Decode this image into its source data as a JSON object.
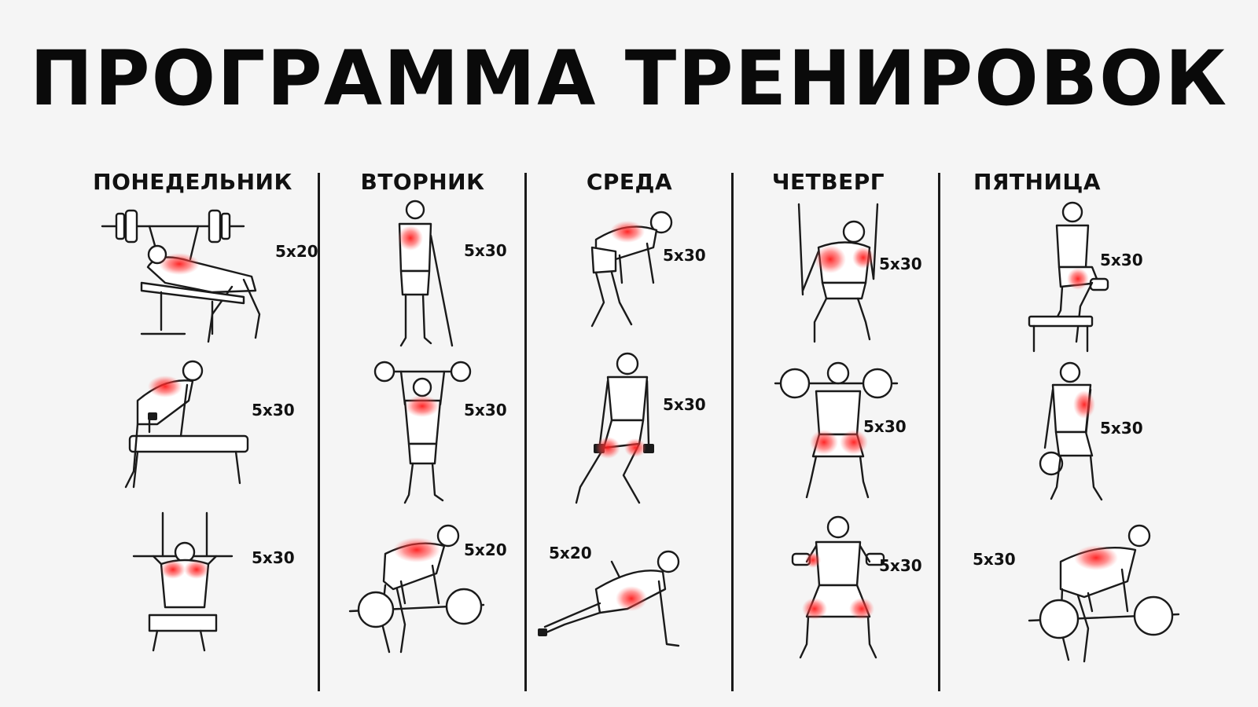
{
  "title": "ПРОГРАММА ТРЕНИРОВОК",
  "colors": {
    "ink": "#1a1a1a",
    "muscle_highlight": "#ff2a2a",
    "background": "#f5f5f5"
  },
  "days": [
    {
      "name": "ПОНЕДЕЛЬНИК",
      "exercises": [
        {
          "icon": "bench-press-icon",
          "reps": "5x20"
        },
        {
          "icon": "dumbbell-row-icon",
          "reps": "5x30"
        },
        {
          "icon": "lat-pulldown-icon",
          "reps": "5x30"
        }
      ]
    },
    {
      "name": "ВТОРНИК",
      "exercises": [
        {
          "icon": "cable-curl-icon",
          "reps": "5x30"
        },
        {
          "icon": "overhead-press-icon",
          "reps": "5x30"
        },
        {
          "icon": "barbell-row-icon",
          "reps": "5x20"
        }
      ]
    },
    {
      "name": "СРЕДА",
      "exercises": [
        {
          "icon": "bent-over-row-icon",
          "reps": "5x30"
        },
        {
          "icon": "dumbbell-lunge-icon",
          "reps": "5x30"
        },
        {
          "icon": "side-plank-icon",
          "reps": "5x20"
        }
      ]
    },
    {
      "name": "ЧЕТВЕРГ",
      "exercises": [
        {
          "icon": "cable-squat-icon",
          "reps": "5x30"
        },
        {
          "icon": "barbell-squat-icon",
          "reps": "5x30"
        },
        {
          "icon": "dumbbell-squat-curl-icon",
          "reps": "5x30"
        }
      ]
    },
    {
      "name": "ПЯТНИЦА",
      "exercises": [
        {
          "icon": "step-up-icon",
          "reps": "5x30"
        },
        {
          "icon": "kettlebell-deadlift-icon",
          "reps": "5x30"
        },
        {
          "icon": "barbell-deadlift-icon",
          "reps": "5x30"
        }
      ]
    }
  ]
}
